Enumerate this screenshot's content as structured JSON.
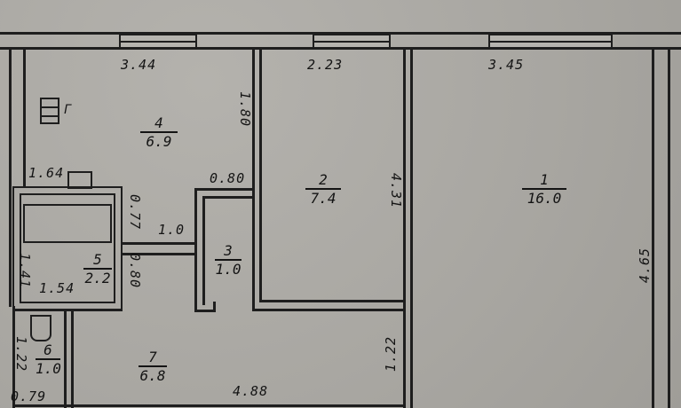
{
  "plan": {
    "type": "apartment floor plan",
    "rooms": [
      {
        "number": "1",
        "area": "16.0"
      },
      {
        "number": "2",
        "area": "7.4"
      },
      {
        "number": "3",
        "area": "1.0"
      },
      {
        "number": "4",
        "area": "6.9"
      },
      {
        "number": "5",
        "area": "2.2"
      },
      {
        "number": "6",
        "area": "1.0"
      },
      {
        "number": "7",
        "area": "6.8"
      }
    ],
    "dimensions": {
      "room4_width": "3.44",
      "room2_width": "2.23",
      "room1_width": "3.45",
      "room4_side": "1.80",
      "room2_side": "4.31",
      "room1_side": "4.65",
      "kitchen_bottom": "1.64",
      "room3_top": "0.80",
      "corridor": "1.0",
      "room5_side_a": "0.77",
      "room5_side_b": "0.80",
      "room5_left": "1.41",
      "room5_bottom": "1.54",
      "room6_side": "1.22",
      "room6_bottom": "0.79",
      "room7_right": "1.22",
      "room7_bottom": "4.88"
    },
    "stove_label": "Г"
  }
}
